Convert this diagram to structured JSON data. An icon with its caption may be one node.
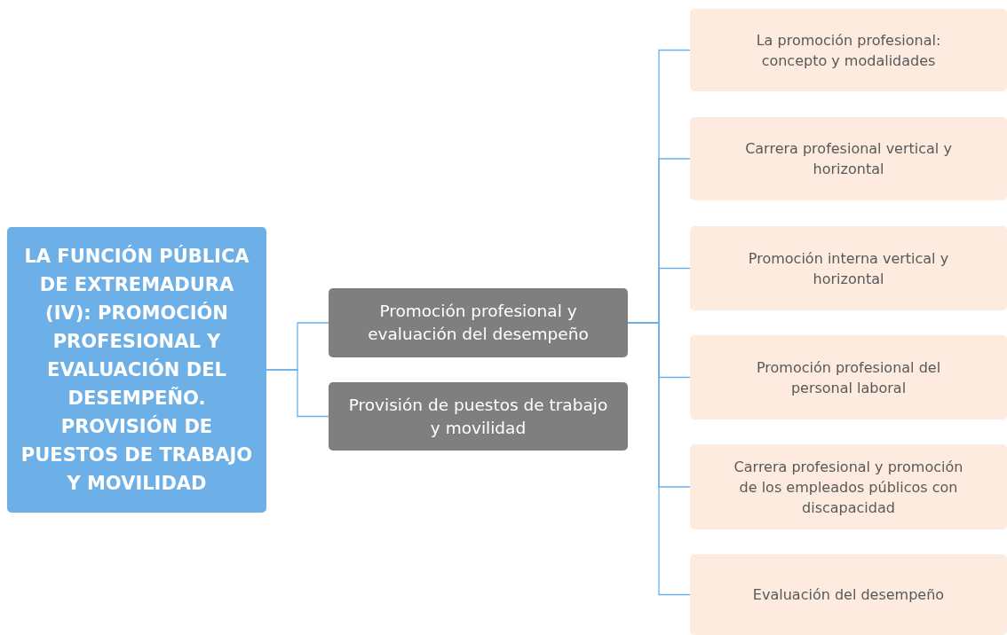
{
  "diagram": {
    "nodes": [
      {
        "text": [
          "LA FUNCIÓN PÚBLICA DE EXTREMADURA (IV): PROMOCIÓN PROFESIONAL Y EVALUACIÓN DEL DESEMPEÑO. PROVISIÓN DE PUESTOS DE TRABAJO Y MOVILIDAD"
        ]
      },
      {
        "text": [
          "Promoción profesional y evaluación del desempeño"
        ]
      },
      {
        "text": [
          "Provisión de puestos de trabajo y movilidad"
        ]
      },
      {
        "text": [
          "La promoción profesional: concepto y modalidades"
        ]
      },
      {
        "text": [
          "Carrera profesional vertical y horizontal"
        ]
      },
      {
        "text": [
          "Promoción interna vertical y horizontal"
        ]
      },
      {
        "text": [
          "Promoción profesional del personal laboral"
        ]
      },
      {
        "text": [
          "Carrera profesional y promoción de los empleados públicos con discapacidad"
        ]
      },
      {
        "text": [
          "Evaluación del desempeño"
        ]
      }
    ],
    "edges": [
      {
        "from": 0,
        "to": 1,
        "arrow": "none"
      },
      {
        "from": 0,
        "to": 2,
        "arrow": "none"
      },
      {
        "from": 1,
        "to": 3,
        "arrow": "none"
      },
      {
        "from": 1,
        "to": 4,
        "arrow": "none"
      },
      {
        "from": 1,
        "to": 5,
        "arrow": "none"
      },
      {
        "from": 1,
        "to": 6,
        "arrow": "none"
      },
      {
        "from": 1,
        "to": 7,
        "arrow": "none"
      },
      {
        "from": 1,
        "to": 8,
        "arrow": "none"
      }
    ]
  }
}
